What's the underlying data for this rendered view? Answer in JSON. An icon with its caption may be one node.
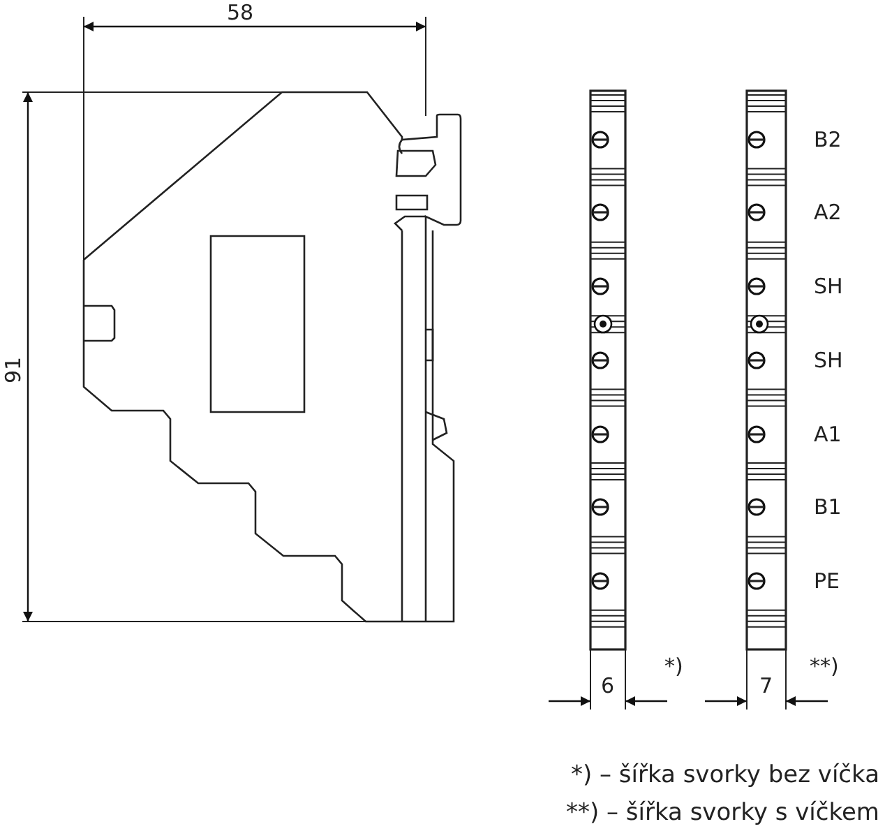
{
  "diagram": {
    "labels": [
      "58",
      "91",
      "B2",
      "A2",
      "SH",
      "SH",
      "A1",
      "B1",
      "PE",
      "6",
      "*)",
      "7",
      "**)",
      "*) – šířka svorky bez víčka",
      "**) – šířka svorky s víčkem"
    ]
  }
}
